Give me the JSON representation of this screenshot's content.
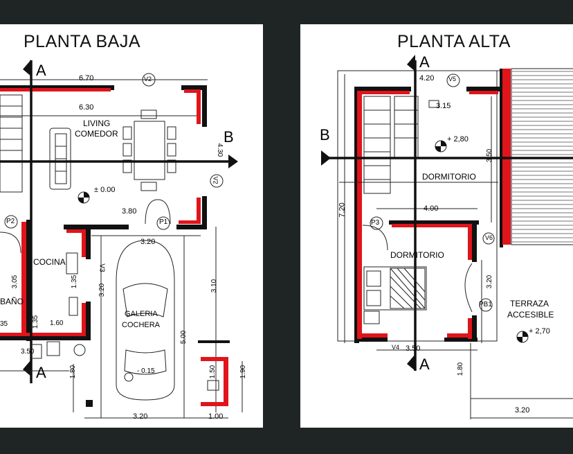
{
  "left_plan": {
    "title": "PLANTA BAJA",
    "section_a": "A",
    "section_b": "B",
    "rooms": {
      "living": "LIVING",
      "comedor": "COMEDOR",
      "cocina": "COCINA",
      "bano": "BAÑO",
      "galeria": "GALERIA",
      "cochera": "COCHERA"
    },
    "levels": {
      "main": "± 0.00",
      "garage": "- 0.15"
    },
    "doors": {
      "p1": "P1",
      "p2": "P2"
    },
    "windows": {
      "v2_top": "V2",
      "v2_side": "V2",
      "v3": "V3"
    },
    "dims": {
      "d670": "6.70",
      "d630": "6.30",
      "d430": "4.30",
      "d380": "3.80",
      "d320_top": "3.20",
      "d305": "3.05",
      "d320_v": "3.20",
      "d310": "3.10",
      "d500": "5.00",
      "d135": "1.35",
      "d160": "1.60",
      "d35": "35",
      "d350": "3.50",
      "d180": "1.80",
      "d150": "1.50",
      "d190": "1.90",
      "d320_bottom": "3.20",
      "d100": "1.00"
    }
  },
  "right_plan": {
    "title": "PLANTA ALTA",
    "section_a": "A",
    "section_b": "B",
    "rooms": {
      "dormitorio_1": "DORMITORIO",
      "dormitorio_2": "DORMITORIO",
      "terraza_1": "TERRAZA",
      "terraza_2": "ACCESIBLE"
    },
    "levels": {
      "upper": "+ 2,80",
      "terrace": "+ 2,70"
    },
    "doors": {
      "p3": "P3",
      "pb1": "PB1"
    },
    "windows": {
      "v5": "V5",
      "v6": "V6",
      "v4": "V4"
    },
    "dims": {
      "d420": "4.20",
      "d315": "3.15",
      "d350_v": "3.50",
      "d400": "4.00",
      "d720": "7.20",
      "d320_v": "3.20",
      "d350_bottom": "3.50",
      "d180": "1.80",
      "d320_bottom": "3.20"
    }
  }
}
